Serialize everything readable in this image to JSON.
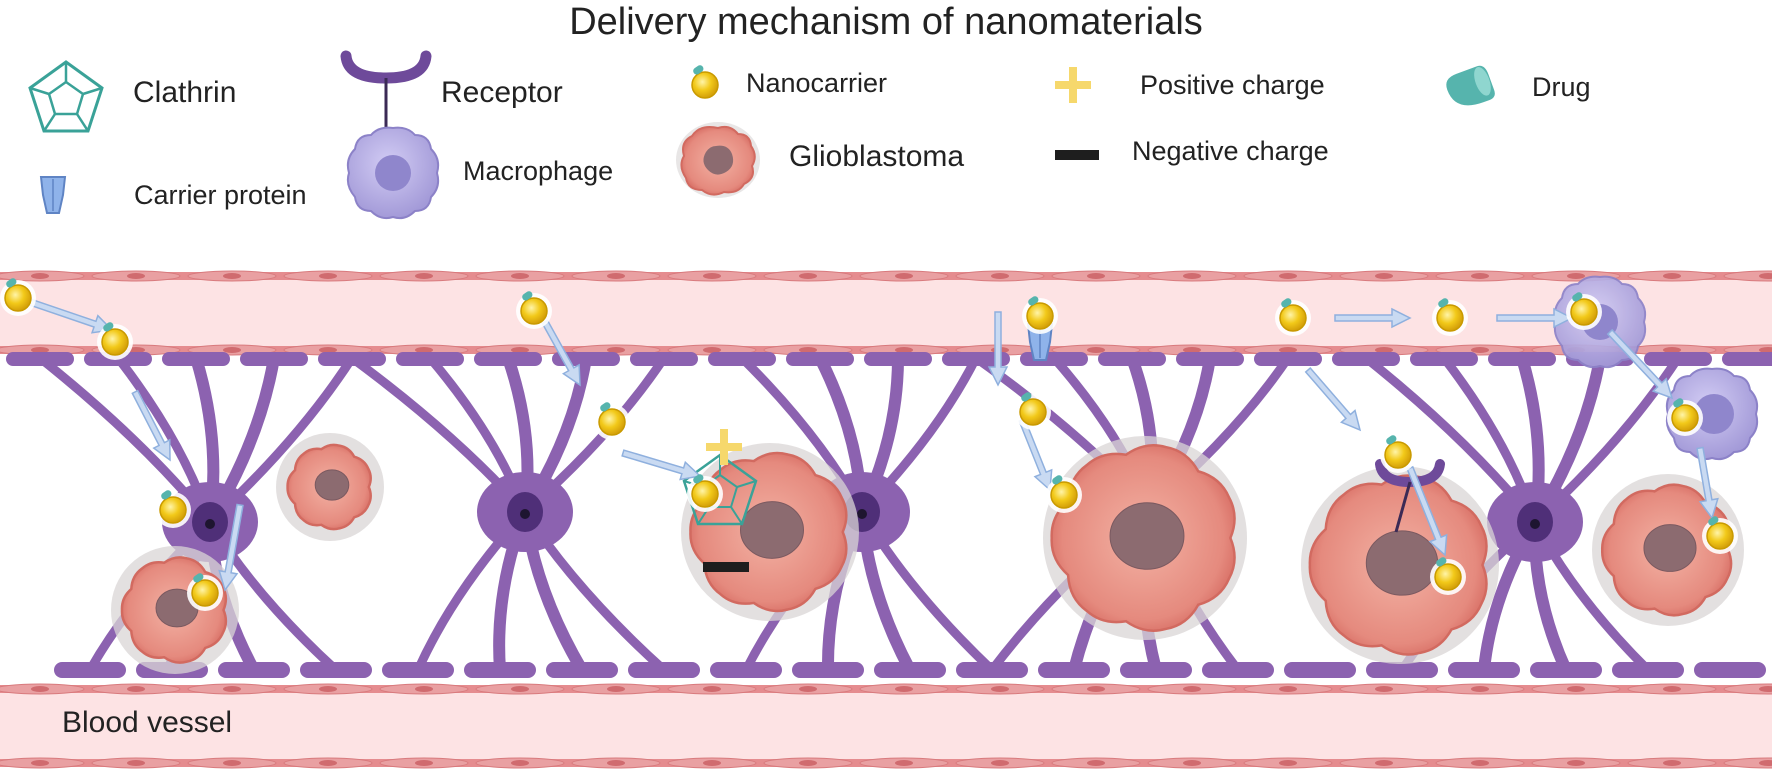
{
  "title": "Delivery mechanism of nanomaterials",
  "legend": {
    "clathrin": "Clathrin",
    "receptor": "Receptor",
    "nanocarrier": "Nanocarrier",
    "positive_charge": "Positive charge",
    "drug": "Drug",
    "carrier_protein": "Carrier protein",
    "macrophage": "Macrophage",
    "glioblastoma": "Glioblastoma",
    "negative_charge": "Negative charge"
  },
  "labels": {
    "blood_vessel": "Blood vessel"
  },
  "colors": {
    "vessel_fill": "#fde3e4",
    "vessel_wall": "#e58c8f",
    "astrocyte": "#8c62b0",
    "astrocyte_nucleus": "#4f2f78",
    "tumor": "#e58a7e",
    "tumor_core": "#8c6b70",
    "nanocarrier": "#f2c919",
    "drug": "#56b4ad",
    "clathrin": "#3aa298",
    "macrophage": "#b3ace3",
    "arrow": "#a9c3e8",
    "positive": "#f6d86c",
    "negative": "#1e1e1e"
  },
  "icons": [
    "clathrin-icon",
    "receptor-icon",
    "nanocarrier-icon",
    "positive-charge-icon",
    "drug-icon",
    "carrier-protein-icon",
    "macrophage-icon",
    "glioblastoma-icon",
    "negative-charge-icon"
  ]
}
